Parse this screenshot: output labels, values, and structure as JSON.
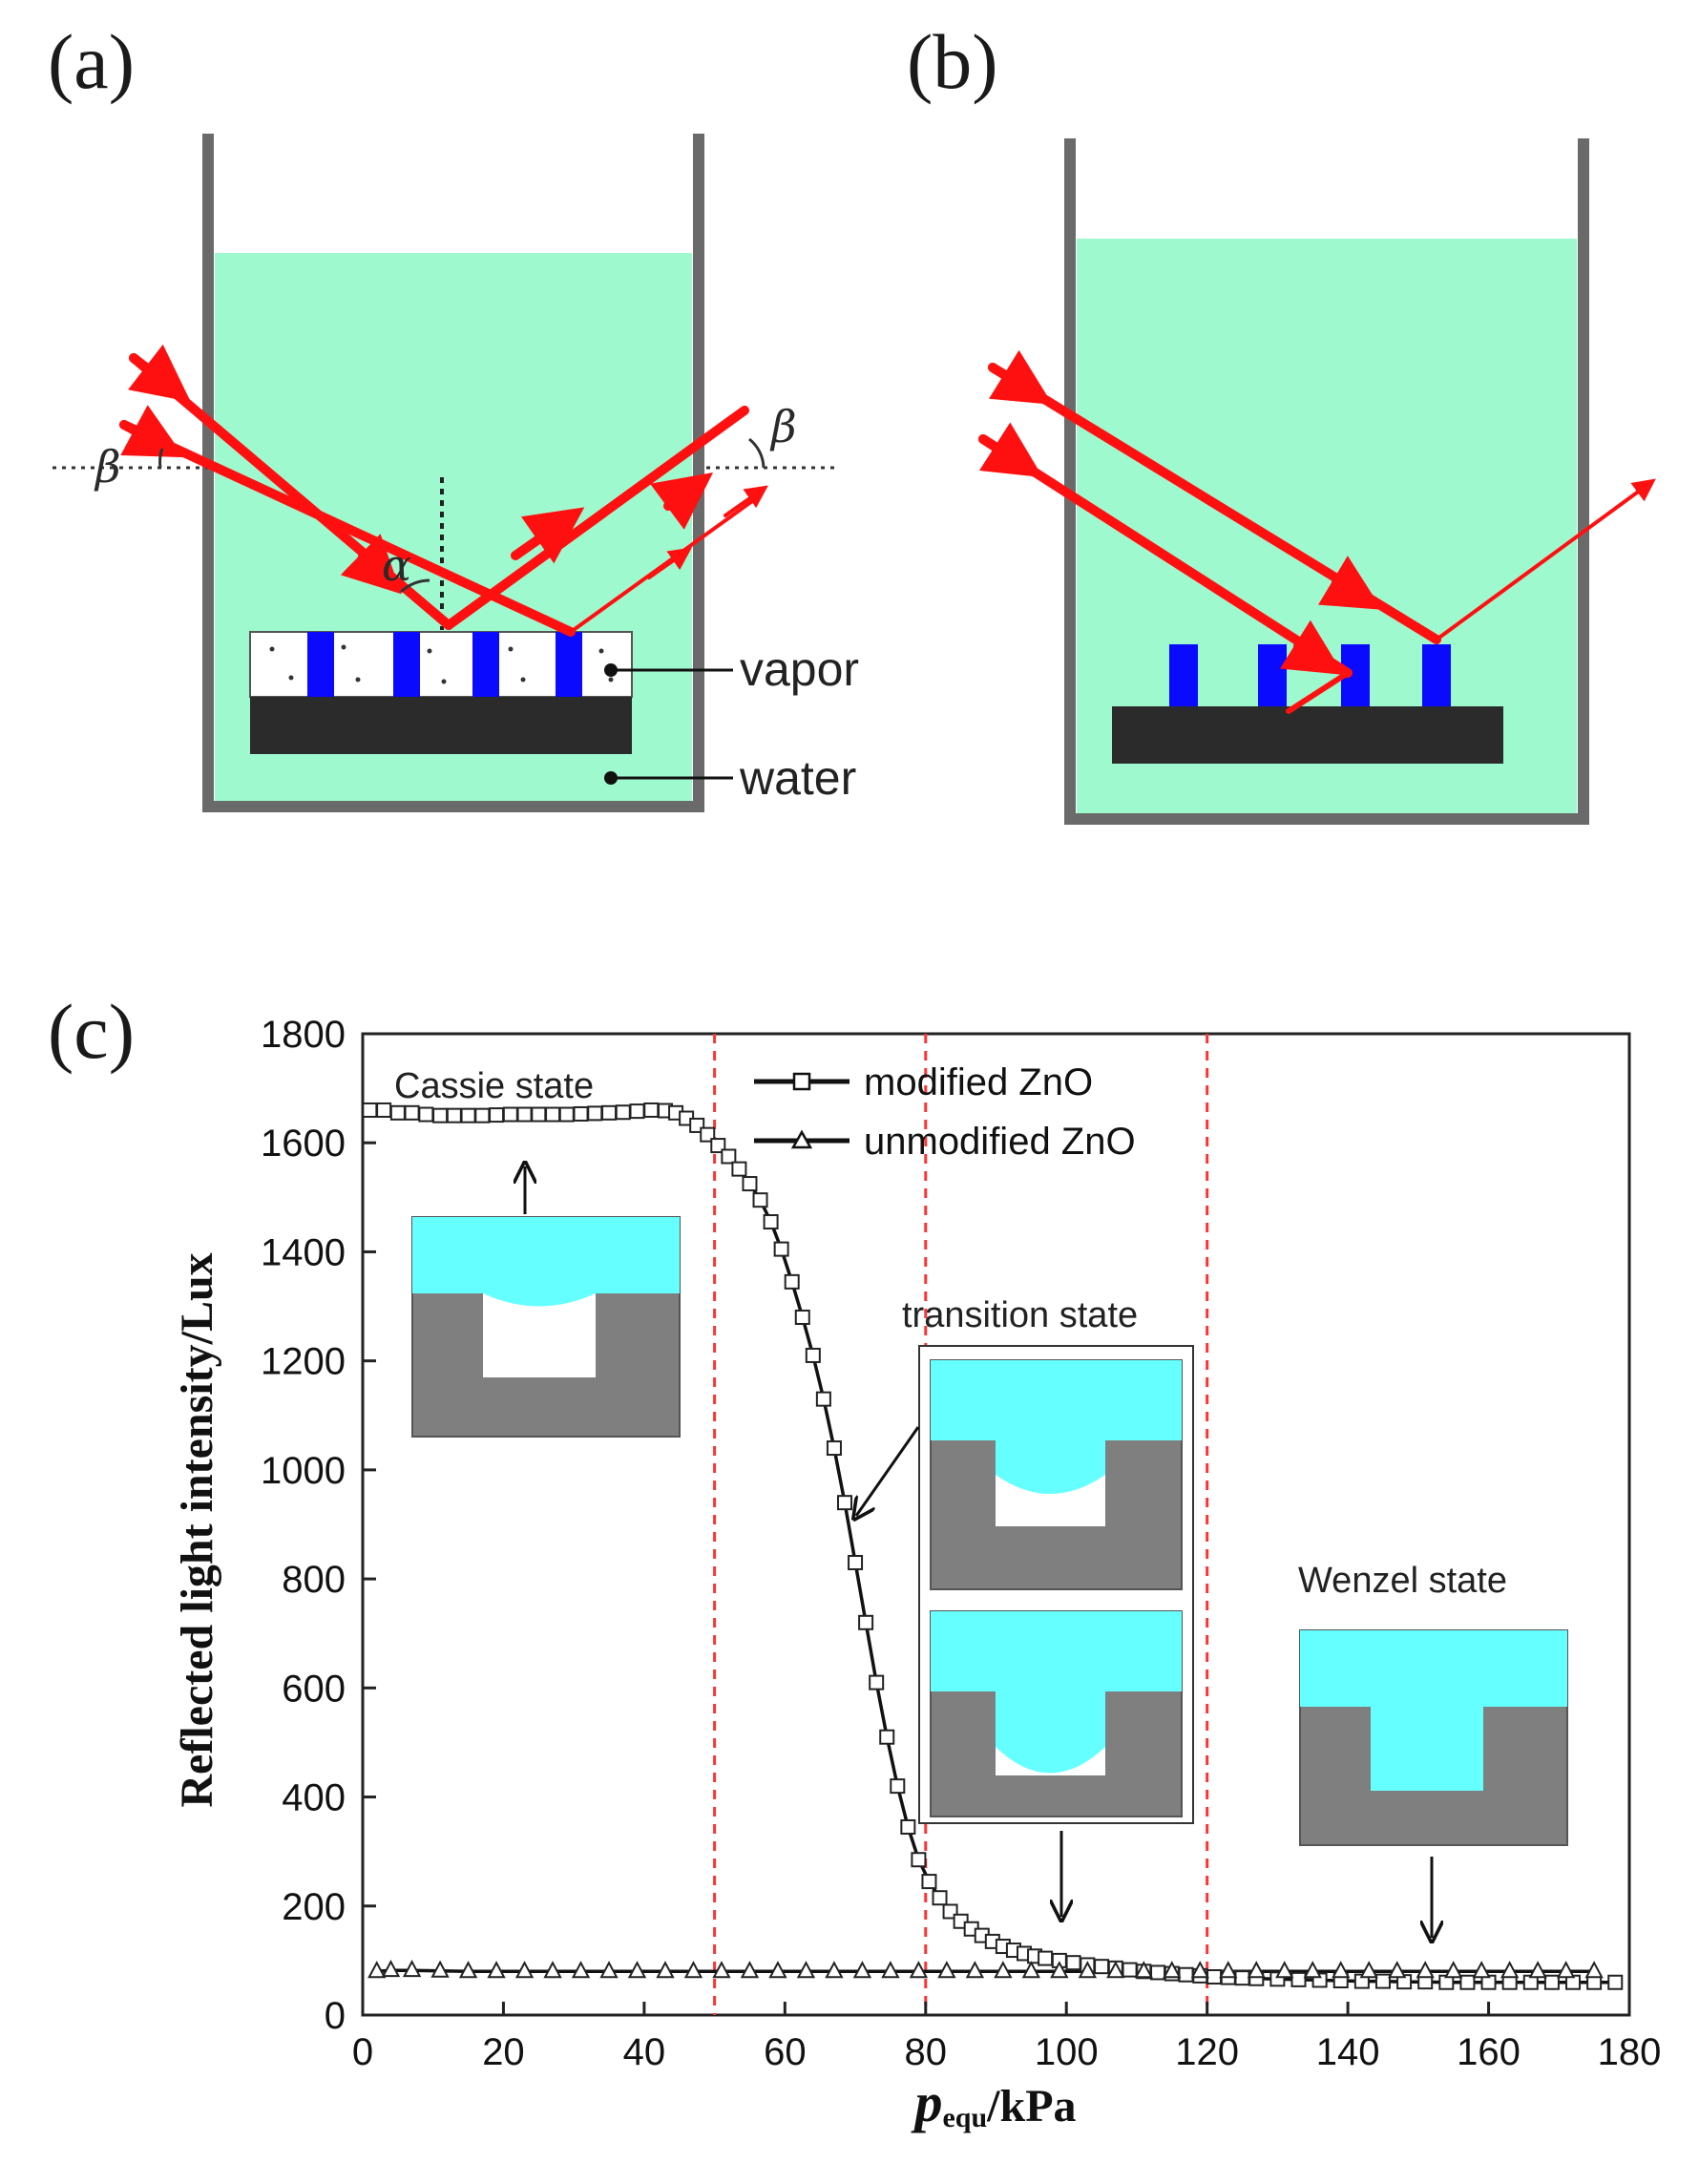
{
  "panels": {
    "a": {
      "label": "(a)",
      "angle_beta": "β",
      "angle_alpha": "α",
      "vapor_label": "vapor",
      "water_label": "water"
    },
    "b": {
      "label": "(b)"
    },
    "c": {
      "label": "(c)"
    }
  },
  "colors": {
    "water": "#9ff9cf",
    "light_ray": "#ff1010",
    "pillar": "#0a0aff",
    "substrate": "#2b2b2b",
    "container": "#6a6a6a",
    "inset_liquid": "#66ffff",
    "inset_solid": "#7f7f7f",
    "guide_line": "#ff3333"
  },
  "chart_data": {
    "type": "line",
    "xlabel_main": "p",
    "xlabel_sub": "equ",
    "xlabel_rest": "/kPa",
    "ylabel": "Reflected light intensity/Lux",
    "xlim": [
      0,
      180
    ],
    "ylim": [
      0,
      1800
    ],
    "xticks": [
      "0",
      "20",
      "40",
      "60",
      "80",
      "100",
      "120",
      "140",
      "160",
      "180"
    ],
    "yticks": [
      "0",
      "200",
      "400",
      "600",
      "800",
      "1000",
      "1200",
      "1400",
      "1600",
      "1800"
    ],
    "vertical_guides": [
      50,
      80,
      120
    ],
    "series": [
      {
        "name": "modified ZnO",
        "marker": "square",
        "points": [
          [
            1,
            1660
          ],
          [
            3,
            1660
          ],
          [
            5,
            1655
          ],
          [
            7,
            1655
          ],
          [
            9,
            1652
          ],
          [
            11,
            1650
          ],
          [
            13,
            1650
          ],
          [
            15,
            1650
          ],
          [
            17,
            1650
          ],
          [
            19,
            1651
          ],
          [
            21,
            1652
          ],
          [
            23,
            1652
          ],
          [
            25,
            1652
          ],
          [
            27,
            1652
          ],
          [
            29,
            1652
          ],
          [
            31,
            1653
          ],
          [
            33,
            1654
          ],
          [
            35,
            1655
          ],
          [
            37,
            1656
          ],
          [
            39,
            1658
          ],
          [
            41,
            1660
          ],
          [
            43,
            1659
          ],
          [
            44.5,
            1655
          ],
          [
            46,
            1645
          ],
          [
            47.5,
            1632
          ],
          [
            49,
            1615
          ],
          [
            50.5,
            1595
          ],
          [
            52,
            1575
          ],
          [
            53.5,
            1552
          ],
          [
            55,
            1525
          ],
          [
            56.5,
            1495
          ],
          [
            58,
            1455
          ],
          [
            59.5,
            1405
          ],
          [
            61,
            1345
          ],
          [
            62.5,
            1280
          ],
          [
            64,
            1210
          ],
          [
            65.5,
            1130
          ],
          [
            67,
            1040
          ],
          [
            68.5,
            940
          ],
          [
            70,
            830
          ],
          [
            71.5,
            720
          ],
          [
            73,
            610
          ],
          [
            74.5,
            510
          ],
          [
            76,
            420
          ],
          [
            77.5,
            345
          ],
          [
            79,
            285
          ],
          [
            80.5,
            245
          ],
          [
            82,
            215
          ],
          [
            83.5,
            190
          ],
          [
            85,
            172
          ],
          [
            86.5,
            158
          ],
          [
            88,
            146
          ],
          [
            89.5,
            135
          ],
          [
            91,
            126
          ],
          [
            92.5,
            119
          ],
          [
            94,
            113
          ],
          [
            95.5,
            108
          ],
          [
            97,
            104
          ],
          [
            99,
            100
          ],
          [
            101,
            96
          ],
          [
            103,
            92
          ],
          [
            105,
            89
          ],
          [
            107,
            86
          ],
          [
            109,
            83
          ],
          [
            111,
            80
          ],
          [
            113,
            78
          ],
          [
            115,
            76
          ],
          [
            117,
            74
          ],
          [
            119,
            72
          ],
          [
            121,
            70
          ],
          [
            123,
            69
          ],
          [
            125,
            68
          ],
          [
            127,
            67
          ],
          [
            130,
            66
          ],
          [
            133,
            65
          ],
          [
            136,
            64
          ],
          [
            139,
            63
          ],
          [
            142,
            62
          ],
          [
            145,
            62
          ],
          [
            148,
            61
          ],
          [
            151,
            61
          ],
          [
            154,
            60
          ],
          [
            157,
            60
          ],
          [
            160,
            60
          ],
          [
            163,
            60
          ],
          [
            166,
            60
          ],
          [
            169,
            60
          ],
          [
            172,
            60
          ],
          [
            175,
            60
          ],
          [
            178,
            60
          ]
        ]
      },
      {
        "name": "unmodified ZnO",
        "marker": "triangle",
        "points": [
          [
            2,
            80
          ],
          [
            4,
            82
          ],
          [
            7,
            82
          ],
          [
            11,
            81
          ],
          [
            15,
            80
          ],
          [
            19,
            80
          ],
          [
            23,
            80
          ],
          [
            27,
            80
          ],
          [
            31,
            80
          ],
          [
            35,
            80
          ],
          [
            39,
            80
          ],
          [
            43,
            80
          ],
          [
            47,
            80
          ],
          [
            51,
            80
          ],
          [
            55,
            80
          ],
          [
            59,
            80
          ],
          [
            63,
            80
          ],
          [
            67,
            80
          ],
          [
            71,
            80
          ],
          [
            75,
            80
          ],
          [
            79,
            80
          ],
          [
            83,
            80
          ],
          [
            87,
            80
          ],
          [
            91,
            80
          ],
          [
            95,
            80
          ],
          [
            99,
            80
          ],
          [
            103,
            80
          ],
          [
            107,
            80
          ],
          [
            111,
            80
          ],
          [
            115,
            80
          ],
          [
            119,
            80
          ],
          [
            123,
            80
          ],
          [
            127,
            80
          ],
          [
            131,
            80
          ],
          [
            135,
            80
          ],
          [
            139,
            80
          ],
          [
            143,
            80
          ],
          [
            147,
            80
          ],
          [
            151,
            80
          ],
          [
            155,
            80
          ],
          [
            159,
            80
          ],
          [
            163,
            80
          ],
          [
            167,
            80
          ],
          [
            171,
            80
          ],
          [
            175,
            80
          ]
        ]
      }
    ],
    "annotations": {
      "cassie": "Cassie state",
      "transition": "transition state",
      "wenzel": "Wenzel state"
    }
  }
}
